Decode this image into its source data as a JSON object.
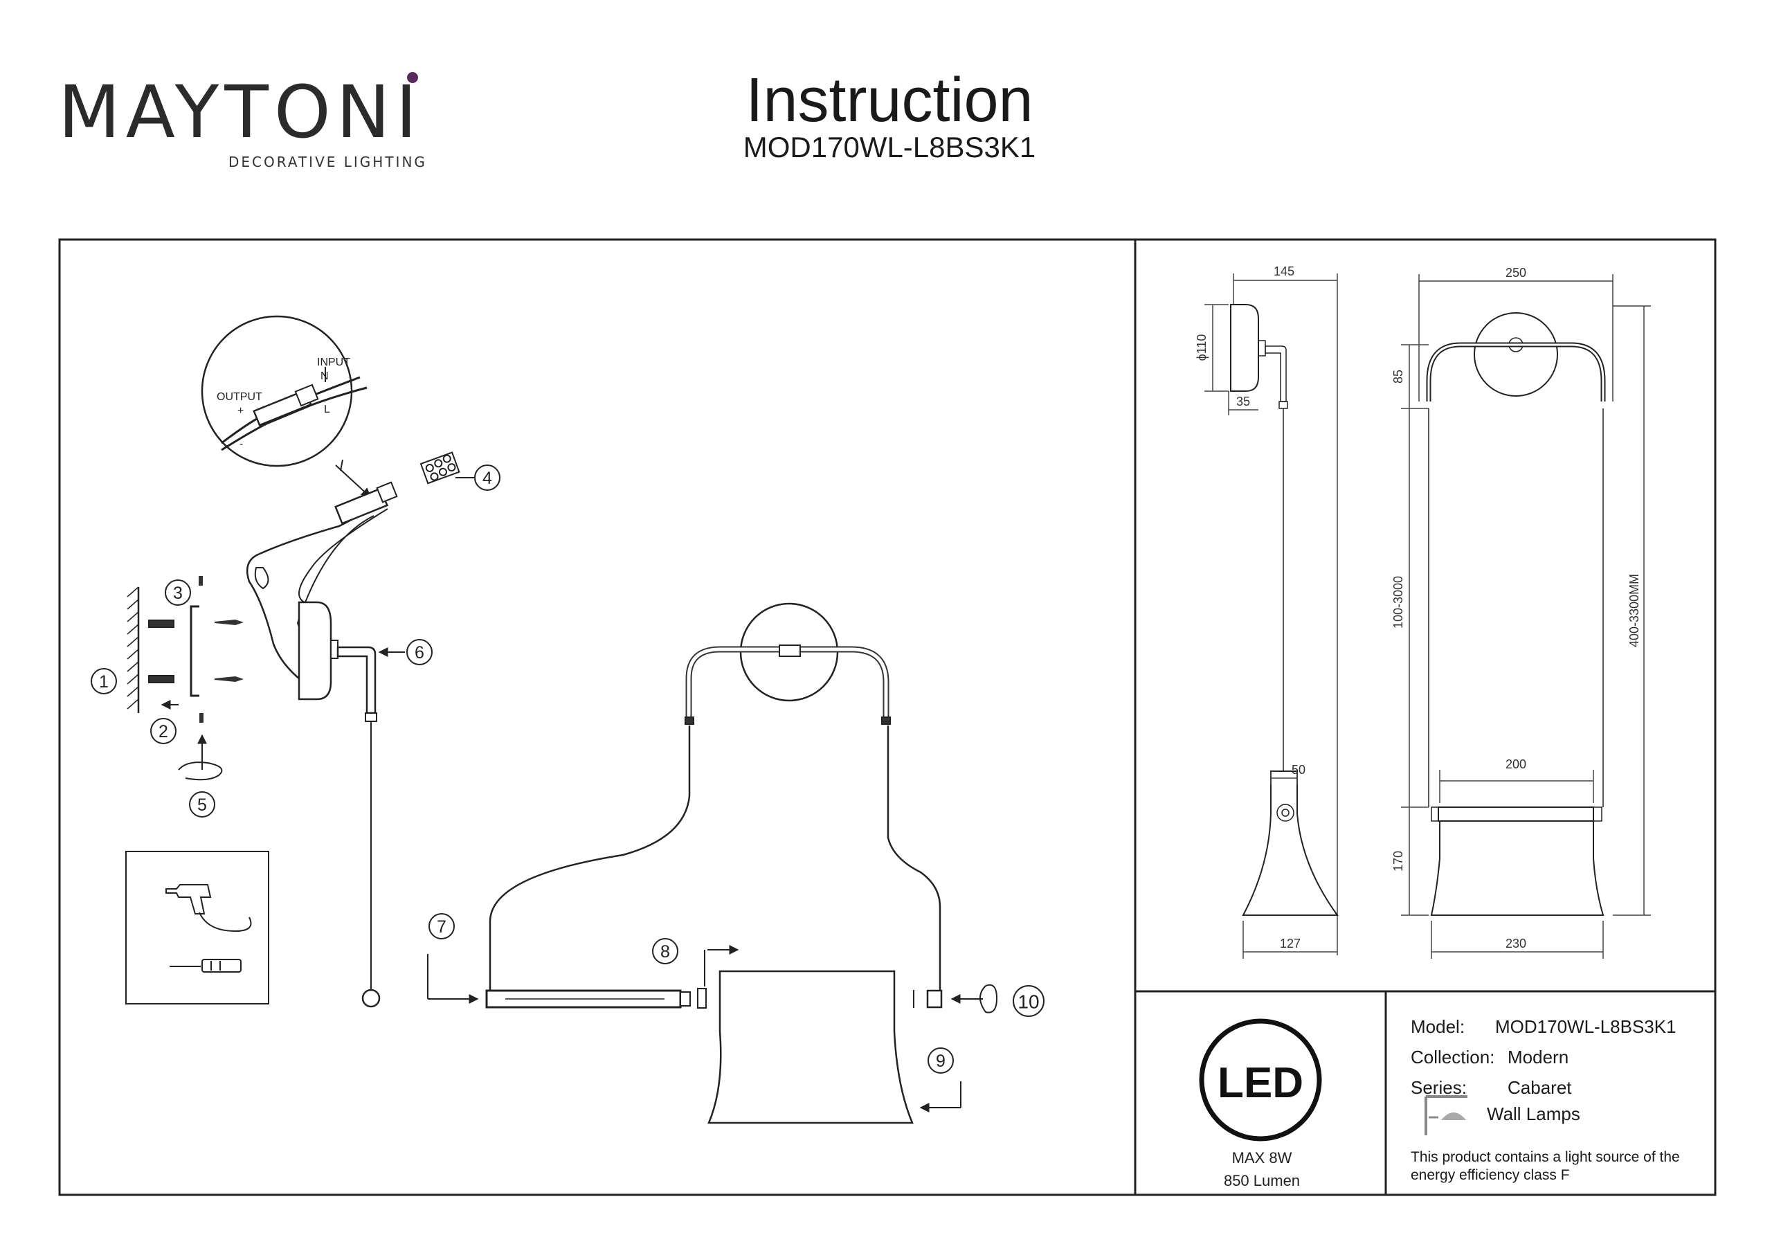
{
  "brand": {
    "name": "MAYTONI",
    "tagline": "DECORATIVE LIGHTING",
    "accent_color": "#5c2a5a"
  },
  "header": {
    "title": "Instruction",
    "model_code": "MOD170WL-L8BS3K1"
  },
  "assembly": {
    "connector_labels": {
      "input": "INPUT",
      "output": "OUTPUT",
      "neutral": "N",
      "live": "L",
      "plus": "+",
      "minus": "-"
    },
    "steps": [
      "1",
      "2",
      "3",
      "4",
      "5",
      "6",
      "7",
      "8",
      "9",
      "10"
    ],
    "tools": [
      "drill-icon",
      "screwdriver-icon"
    ]
  },
  "dimensions": {
    "side": {
      "depth": "145",
      "diameter": "ϕ110",
      "offset": "35",
      "shade_top": "50",
      "shade_bottom": "127"
    },
    "front": {
      "width": "250",
      "arm_height": "85",
      "cable_length": "100-3000",
      "total_height": "400-3300MM",
      "bar_length": "200",
      "shade_height": "170",
      "shade_width": "230"
    }
  },
  "specs": {
    "led_badge": "LED",
    "power": "MAX 8W",
    "lumen": "850 Lumen"
  },
  "product": {
    "model_label": "Model:",
    "model": "MOD170WL-L8BS3K1",
    "collection_label": "Collection:",
    "collection": "Modern",
    "series_label": "Series:",
    "series": "Cabaret",
    "type": "Wall Lamps",
    "energy_note_1": "This product contains a light source of the",
    "energy_note_2": "energy efficiency class F"
  }
}
